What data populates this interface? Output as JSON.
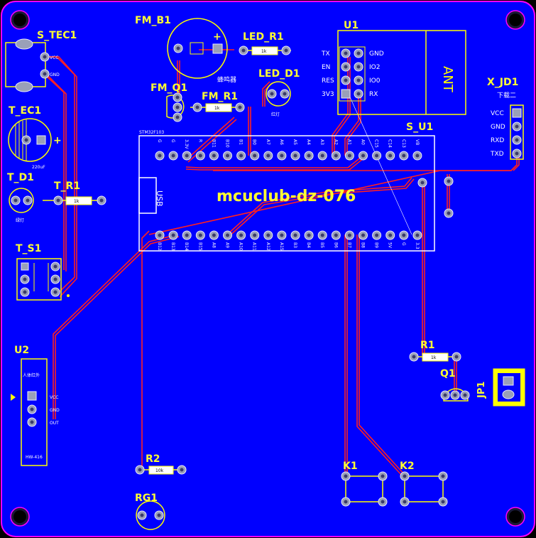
{
  "board": {
    "title": "mcuclub-dz-076",
    "colors": {
      "copper": "#0000ff",
      "outline": "#ff00ff",
      "trace": "#ff0000",
      "silk": "#ffff00",
      "pad": "#9999aa"
    }
  },
  "components": {
    "s_tec1": {
      "ref": "S_TEC1",
      "pins": [
        "VCC",
        "GND"
      ]
    },
    "t_ec1": {
      "ref": "T_EC1",
      "value": "220uF",
      "polarity": "+"
    },
    "t_d1": {
      "ref": "T_D1",
      "label": "绿灯"
    },
    "t_r1": {
      "ref": "T_R1",
      "value": "1k"
    },
    "t_s1": {
      "ref": "T_S1"
    },
    "u2": {
      "ref": "U2",
      "title": "人体红外",
      "pins": [
        "VCC",
        "GND",
        "OUT"
      ],
      "footer": "HW-416"
    },
    "r2": {
      "ref": "R2",
      "value": "10k"
    },
    "rg1": {
      "ref": "RG1"
    },
    "fm_b1": {
      "ref": "FM_B1",
      "polarity": "+"
    },
    "fm_q1": {
      "ref": "FM_Q1"
    },
    "fm_r1": {
      "ref": "FM_R1",
      "value": "1k",
      "label": "蜂鸣器"
    },
    "led_r1": {
      "ref": "LED_R1",
      "value": "1k"
    },
    "led_d1": {
      "ref": "LED_D1",
      "label": "红灯"
    },
    "u1": {
      "ref": "U1",
      "left_pins": [
        "TX",
        "EN",
        "RES",
        "3V3"
      ],
      "right_pins": [
        "GND",
        "IO2",
        "IO0",
        "RX"
      ],
      "antenna": "ANT"
    },
    "x_jd1": {
      "ref": "X_JD1",
      "label": "下载二",
      "pins": [
        "VCC",
        "GND",
        "RXD",
        "TXD"
      ]
    },
    "s_u1": {
      "ref": "S_U1",
      "usb": "USB",
      "chip_label": "STM32F103",
      "top_pins": [
        "G",
        "G",
        "3.3V",
        "R",
        "B11",
        "B10",
        "B1",
        "B0",
        "A7",
        "A6",
        "A5",
        "A4",
        "A3",
        "A2",
        "A1",
        "A0",
        "C15",
        "C14",
        "C13",
        "VB"
      ],
      "bottom_pins": [
        "B12",
        "B13",
        "B14",
        "B15",
        "A8",
        "A9",
        "A10",
        "A11",
        "A12",
        "A15",
        "B3",
        "B4",
        "B5",
        "B6",
        "B7",
        "B8",
        "B9",
        "5V",
        "G",
        "3.3"
      ]
    },
    "r1": {
      "ref": "R1",
      "value": "1k"
    },
    "q1": {
      "ref": "Q1"
    },
    "jp1": {
      "ref": "JP1"
    },
    "k1": {
      "ref": "K1"
    },
    "k2": {
      "ref": "K2"
    }
  }
}
